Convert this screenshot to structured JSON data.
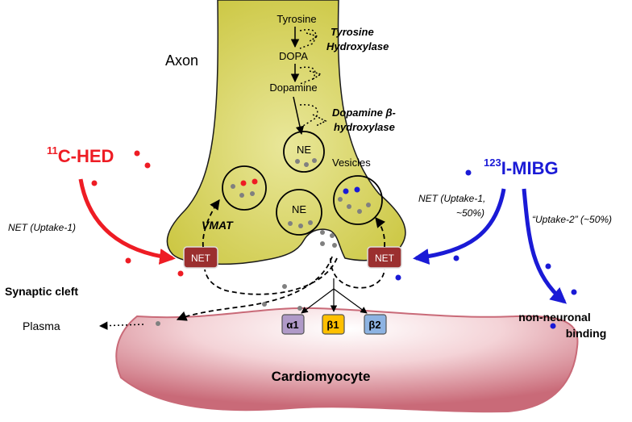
{
  "labels": {
    "axon": "Axon",
    "tyrosine": "Tyrosine",
    "dopa": "DOPA",
    "dopamine": "Dopamine",
    "tyrosine_hydroxylase_1": "Tyrosine",
    "tyrosine_hydroxylase_2": "Hydroxylase",
    "dbh_1": "Dopamine β-",
    "dbh_2": "hydroxylase",
    "ne": "NE",
    "vesicles": "Vesicles",
    "vmat": "VMAT",
    "net": "NET",
    "synaptic_cleft": "Synaptic cleft",
    "plasma": "Plasma",
    "cardiomyocyte": "Cardiomyocyte",
    "alpha1": "α1",
    "beta1": "β1",
    "beta2": "β2",
    "hed_mass": "11",
    "hed_name": "C-HED",
    "hed_route": "NET (Uptake-1)",
    "mibg_mass": "123",
    "mibg_name": "I-MIBG",
    "mibg_route_1": "NET (Uptake-1,",
    "mibg_route_2": "~50%)",
    "mibg_uptake2": "“Uptake-2” (~50%)",
    "nonneuronal_1": "non-neuronal",
    "nonneuronal_2": "binding"
  },
  "colors": {
    "axon_fill": "#d6d24a",
    "axon_stroke": "#1a1a1a",
    "net_fill": "#9b2f2f",
    "hed": "#ee1c24",
    "mibg": "#1a1ad6",
    "ne_dot": "#808080",
    "alpha1_fill": "#b09ac8",
    "beta1_fill": "#ffc000",
    "beta2_fill": "#8db3e2",
    "cardio_edge": "#c96a78",
    "cardio_center": "#ffffff"
  }
}
